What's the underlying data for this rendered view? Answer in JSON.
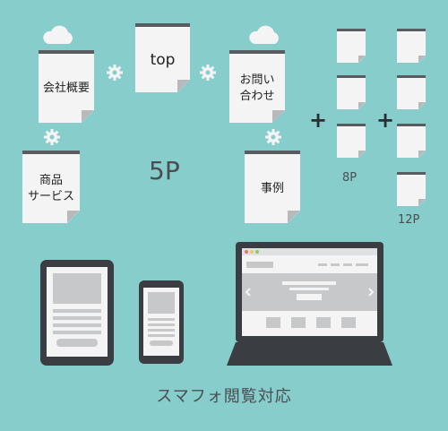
{
  "pages": {
    "top": "top",
    "company": [
      "会社概要"
    ],
    "contact": [
      "お問い",
      "合わせ"
    ],
    "products": [
      "商品",
      "サービス"
    ],
    "cases": [
      "事例"
    ]
  },
  "counts": {
    "main": "5P",
    "group_a": "8P",
    "group_b": "12P"
  },
  "plus_symbol": "+",
  "caption": "スマフォ閲覧対応",
  "icons": [
    "cloud-icon",
    "gear-icon",
    "tablet-icon",
    "smartphone-icon",
    "laptop-icon"
  ],
  "colors": {
    "background": "#86cdcb",
    "page": "#f4f4f4",
    "page_top": "#585c61",
    "device": "#3a3d41"
  }
}
